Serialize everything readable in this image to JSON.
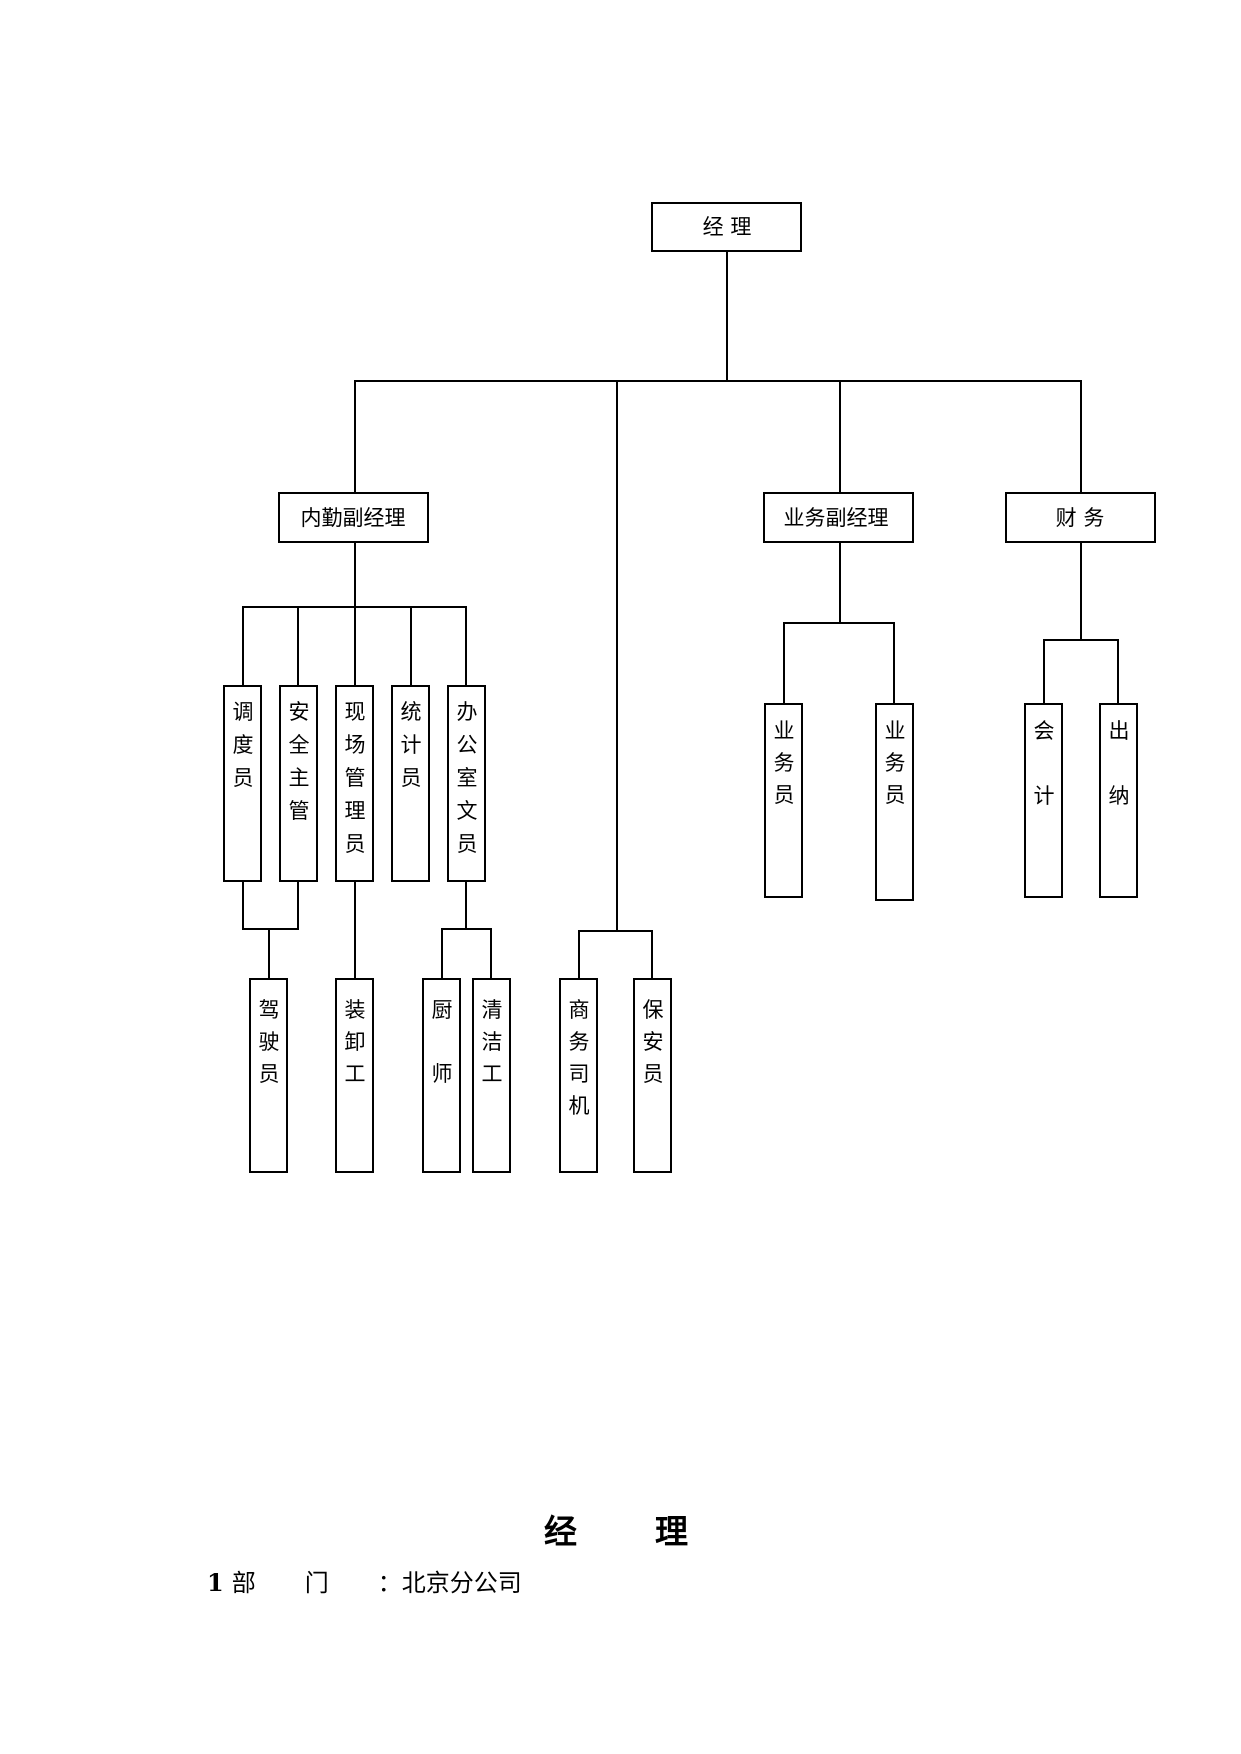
{
  "org_chart": {
    "manager": "经 理",
    "deputy_internal": "内勤副经理",
    "deputy_business": "业务副经理",
    "finance": "财 务",
    "dispatcher": "调度员",
    "safety_supervisor": "安全主管",
    "site_manager": "现场管理员",
    "statistician": "统计员",
    "office_clerk": "办公室文员",
    "driver": "驾驶员",
    "loader": "装卸工",
    "chef": "厨师",
    "cleaner": "清洁工",
    "business_driver": "商务司机",
    "security_guard": "保安员",
    "salesperson_1": "业务员",
    "salesperson_2": "业务员",
    "accountant": "会计",
    "cashier": "出纳"
  },
  "document": {
    "heading": "经理",
    "section_number": "1",
    "dept_label": "部门",
    "dept_value": "：北京分公司"
  }
}
